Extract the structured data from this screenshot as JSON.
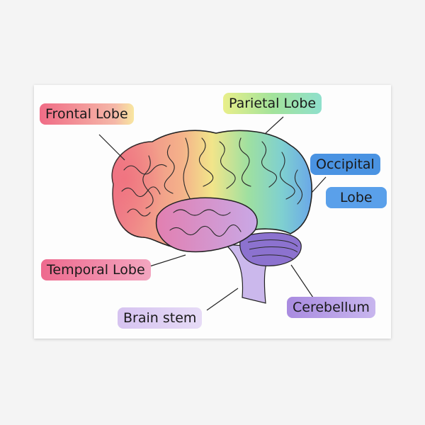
{
  "labels": {
    "frontal": "Frontal Lobe",
    "parietal": "Parietal Lobe",
    "occipital_1": "Occipital",
    "occipital_2": "Lobe",
    "temporal": "Temporal Lobe",
    "brain_stem": "Brain stem",
    "cerebellum": "Cerebellum"
  },
  "colors": {
    "frontal": "#f07b8e",
    "parietal": "#9fe09a",
    "occipital": "#3f8fe0",
    "temporal": "#ec6f90",
    "brain_stem": "#c9b3ea",
    "cerebellum": "#a58ae0"
  }
}
